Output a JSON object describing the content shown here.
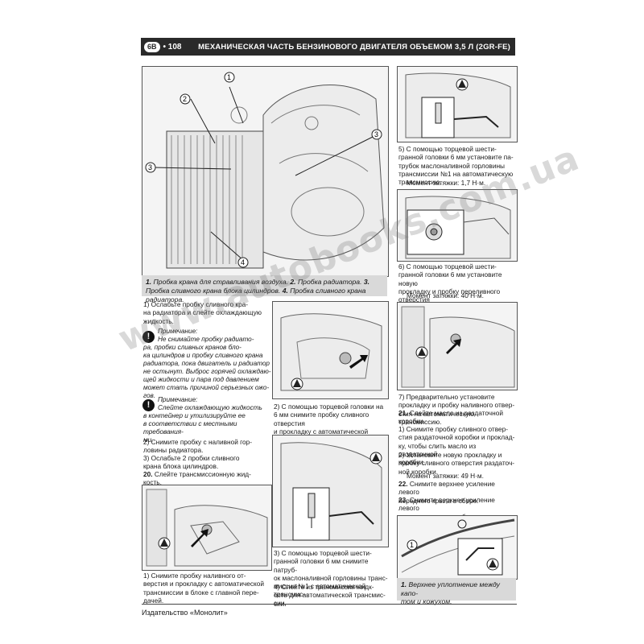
{
  "header": {
    "badge": "6B",
    "page_number": "• 108",
    "title": "МЕХАНИЧЕСКАЯ ЧАСТЬ БЕНЗИНОВОГО ДВИГАТЕЛЯ ОБЪЕМОМ 3,5 Л (2GR-FE)"
  },
  "main_figure": {
    "callouts": [
      "1",
      "2",
      "3",
      "3",
      "4"
    ],
    "caption_parts": [
      {
        "num": "1.",
        "text": " Пробка крана для стравливания воздуха. "
      },
      {
        "num": "2.",
        "text": " Пробка радиатора. "
      },
      {
        "num": "3.",
        "text": " Пробка сливного крана блока цилиндров. "
      },
      {
        "num": "4.",
        "text": " Пробка сливного крана радиатора."
      }
    ]
  },
  "col1": {
    "step1": "1) Ослабьте пробку сливного кра-\nна радиатора и слейте охлаждающую\nжидкость.",
    "note1_title": "Примечание:",
    "note1_text": "Не снимайте пробку радиато-\nра, пробки сливных кранов бло-\nка цилиндров и пробку сливного крана\nрадиатора, пока двигатель и радиатор\nне остынут. Выброс горячей охлаждаю-\nщей жидкости и пара под давлением\nможет стать причиной серьезных ожо-\nгов.",
    "note2_title": "Примечание:",
    "note2_text": "Слейте охлаждающую жидкость\nв контейнер и утилизируйте ее\nв соответствии с местными требования-\nми.",
    "step2": "2) Снимите пробку с наливной гор-\nловины радиатора.",
    "step3": "3) Ослабьте 2 пробки сливного\nкрана блока цилиндров.",
    "step20_num": "20.",
    "step20": " Слейте трансмиссионную жид-\nкость.",
    "step20_1": "1) Снимите пробку наливного от-\nверстия и прокладку с автоматической\nтрансмиссии в блоке с главной пере-\nдачей."
  },
  "col2": {
    "step2": "2) С помощью торцевой головки на\n6 мм снимите пробку сливного отверстия\nи прокладку с автоматической трансмиссии.",
    "step3": "3) С помощью торцевой шести-\nгранной головки 6 мм снимите патруб-\nок маслоналивной горловины транс-\nмиссии №1 с автоматической трансмис-\nсии.",
    "step4": "4) Слейте из трансмиссии жидк-\nость для автоматической трансмис-\nсии."
  },
  "col3": {
    "step5": "5) С помощью торцевой шести-\nгранной головки 6 мм установите па-\nтрубок маслоналивной горловины\nтрансмиссии №1 на автоматическую\nтрансмиссию.",
    "torque1": "Момент затяжки: 1,7 Н·м.",
    "step6": "6) С помощью торцевой шести-\nгранной головки 6 мм установите новую\nпрокладку и пробку переливного отверстия\nна автоматическую трансмиссию.",
    "torque2": "Момент затяжки: 40 Н·м.",
    "step7": "7) Предварительно установите\nпрокладку и пробку наливного отвер-\nстия на автоматическую трансмиссию.",
    "step21_num": "21.",
    "step21": " Слейте масло из раздаточной\nкоробки.",
    "step21_1": "1) Снимите пробку сливного отвер-\nстия раздаточной коробки и проклад-\nку, чтобы слить масло из раздаточной\nкоробки.",
    "step21_2": "2) Установите новую прокладку и\nпробку сливного отверстия раздаточ-\nной коробки.",
    "torque3": "Момент затяжки: 49 Н·м.",
    "step22_num": "22.",
    "step22": " Снимите верхнее усиление левого\nпереднего крыла в сборе.",
    "step23_num": "23.",
    "step23": " Снимите верхнее усиление левого\nпереднего крыла в сборе.",
    "fig_callout": "1",
    "fig_caption_num": "1.",
    "fig_caption": " Верхнее уплотнение между капо-\nтом и кожухом."
  },
  "watermark": "www.autobooks.com.ua",
  "footer": "Издательство «Монолит»"
}
